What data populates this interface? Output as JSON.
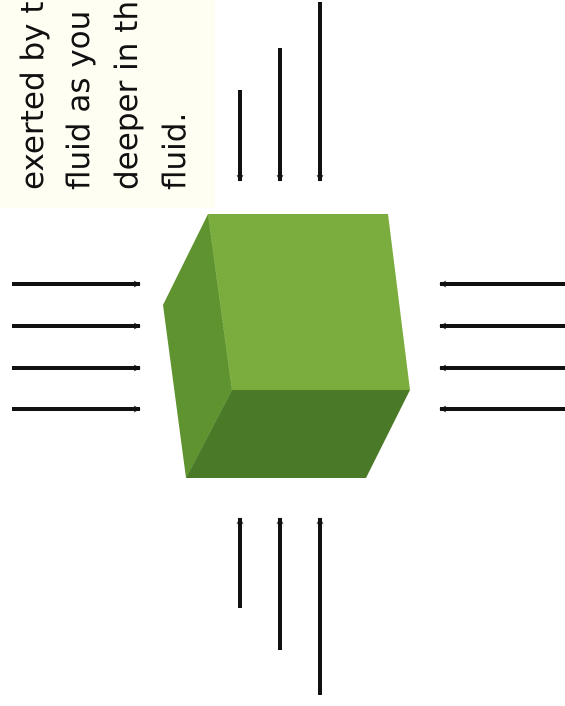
{
  "caption": {
    "lines": [
      "exerted by the",
      "fluid as you go",
      "deeper in the",
      "fluid."
    ]
  },
  "diagram": {
    "arrow_color": "#111111",
    "cube_colors": {
      "front": "#7aad3d",
      "side": "#5e9330",
      "bottom": "#4a7a28"
    },
    "arrow_groups": [
      {
        "from": "top",
        "direction": "down",
        "count": 3
      },
      {
        "from": "bottom",
        "direction": "up",
        "count": 3
      },
      {
        "from": "left",
        "direction": "right",
        "count": 4
      },
      {
        "from": "right",
        "direction": "left",
        "count": 4
      }
    ]
  }
}
